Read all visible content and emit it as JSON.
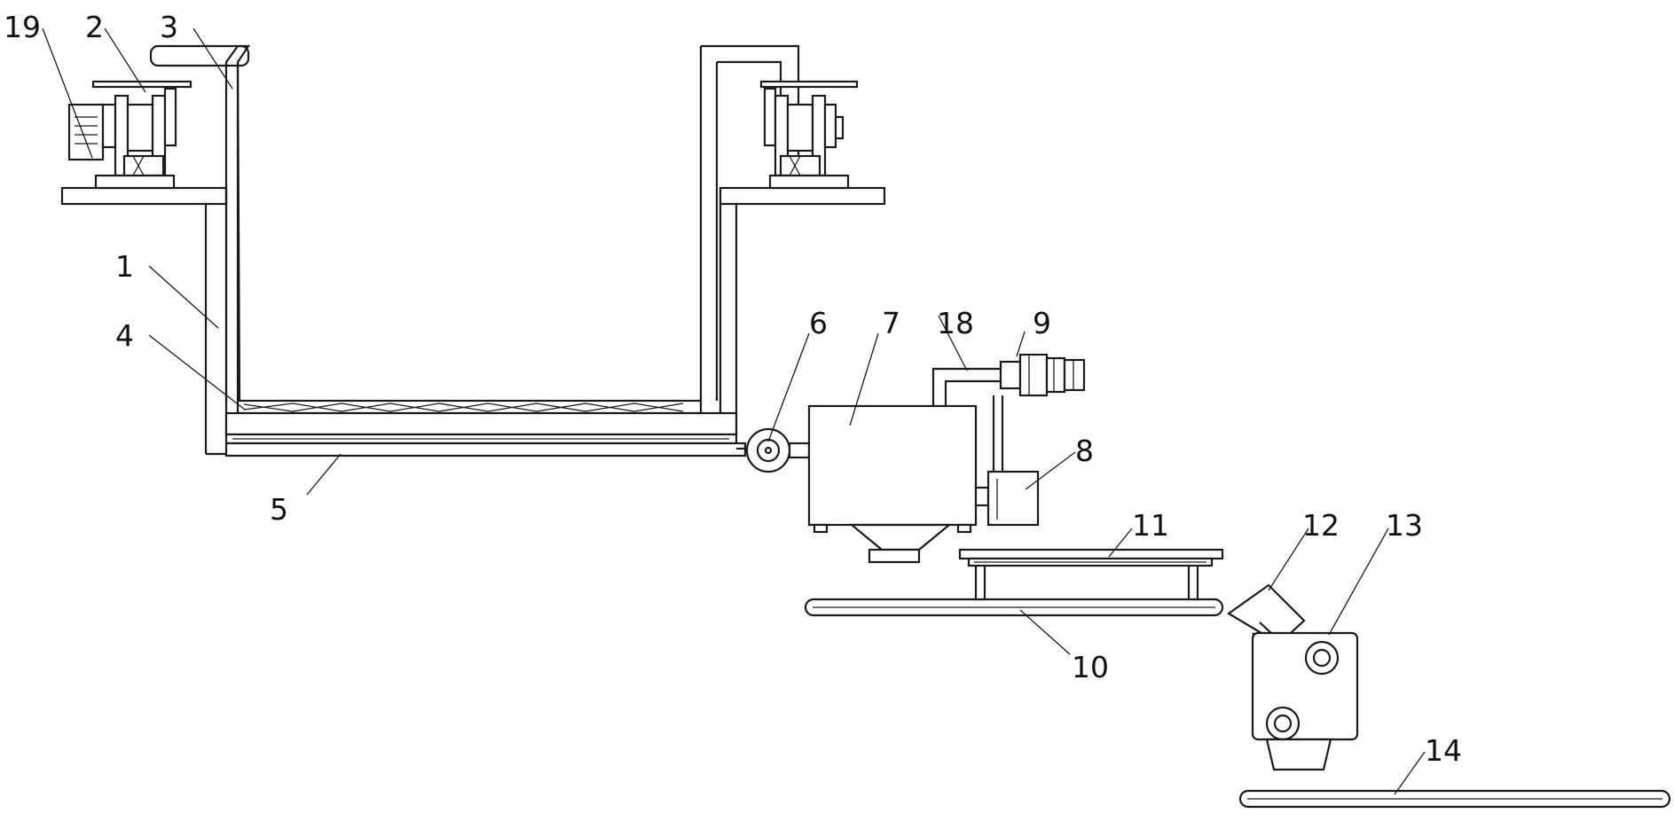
{
  "labels": {
    "l1": "1",
    "l2": "2",
    "l3": "3",
    "l4": "4",
    "l5": "5",
    "l6": "6",
    "l7": "7",
    "l8": "8",
    "l9": "9",
    "l10": "10",
    "l11": "11",
    "l12": "12",
    "l13": "13",
    "l14": "14",
    "l18": "18",
    "l19": "19"
  },
  "colors": {
    "line": "#1a1a1a",
    "background": "#ffffff"
  }
}
